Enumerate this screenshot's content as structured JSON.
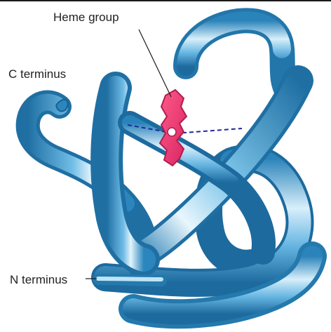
{
  "labels": {
    "heme_group": "Heme group",
    "c_terminus": "C terminus",
    "n_terminus": "N terminus"
  },
  "colors": {
    "ribbon_dark": "#1f6fa3",
    "ribbon_mid": "#5fb0de",
    "ribbon_light": "#d6eefa",
    "heme": "#e8386e",
    "heme_dark": "#b01e4c",
    "bond_dashed": "#1e2a9c",
    "label_text": "#222222"
  }
}
